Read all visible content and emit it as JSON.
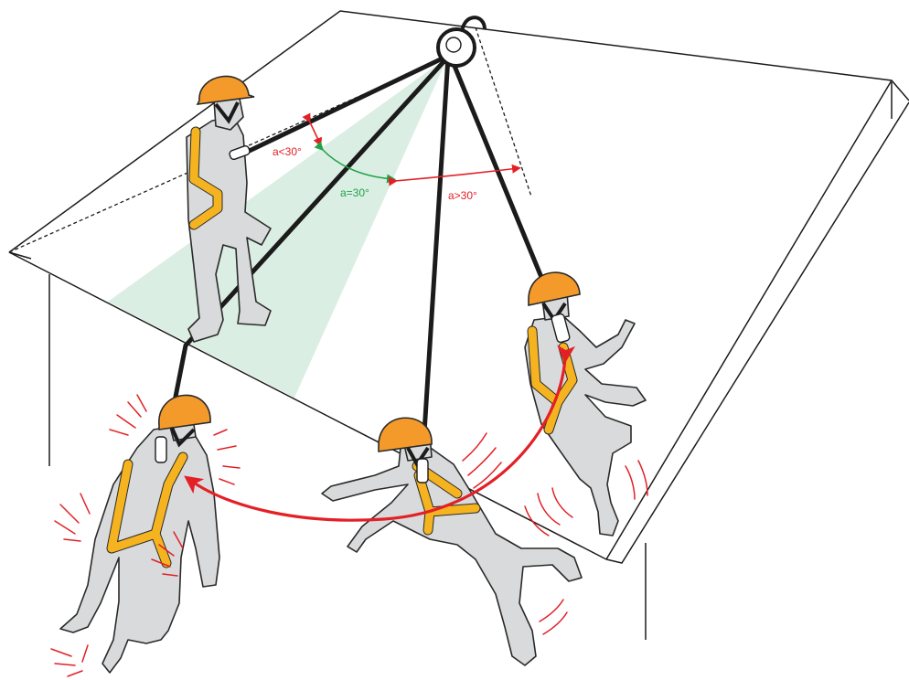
{
  "labels": {
    "angle_less": "a<30°",
    "angle_equal": "a=30°",
    "angle_greater": "a>30°"
  },
  "colors": {
    "helmet": "#f39a2b",
    "harness": "#f5b320",
    "body": "#d9dadb",
    "swing_arrow": "#e32026",
    "safe_zone": "#cfe8da",
    "angle_ok": "#22a34a",
    "angle_bad": "#e32026"
  },
  "icons": [
    "anchor-pulley-icon",
    "swing-arrow-icon"
  ]
}
